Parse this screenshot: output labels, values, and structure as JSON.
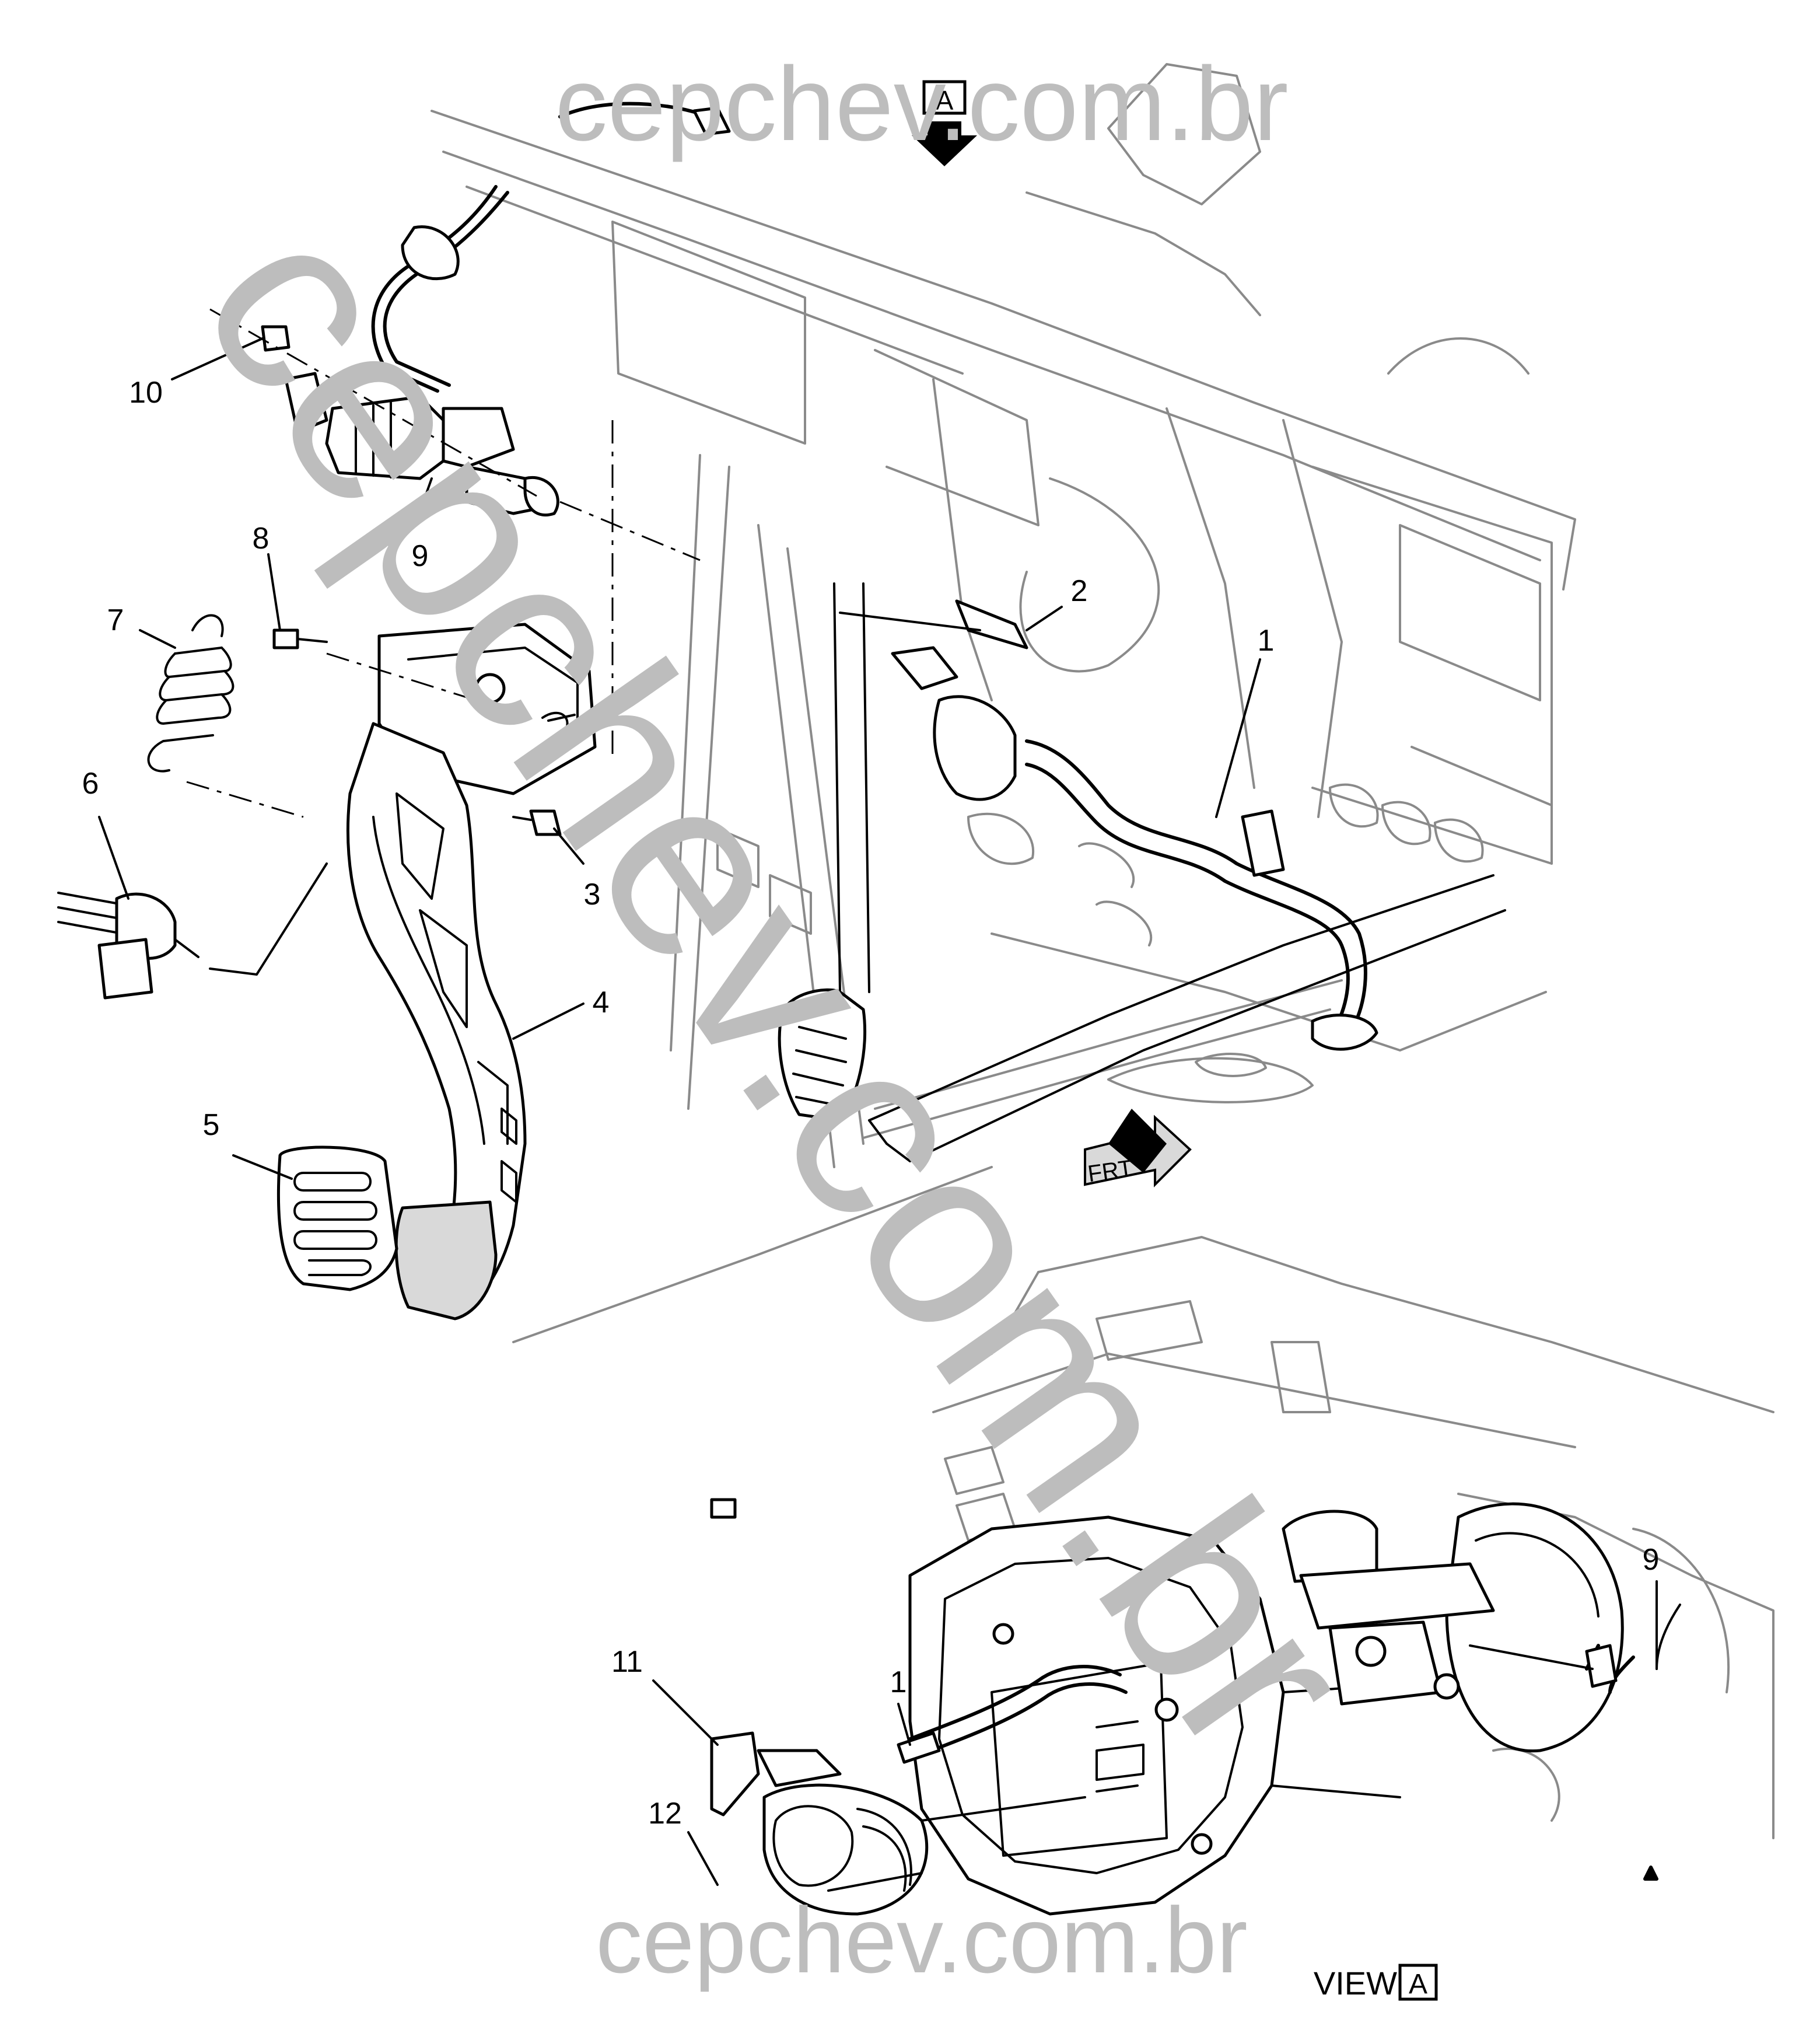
{
  "diagram": {
    "callouts": [
      "1",
      "2",
      "3",
      "4",
      "5",
      "6",
      "7",
      "8",
      "9",
      "10",
      "11",
      "12"
    ],
    "view_marker": "A",
    "view_label": "VIEW",
    "direction_label": "FRT"
  },
  "watermark": {
    "text_top": "cepchev.com.br",
    "text_diagonal": "cepchev.com.br",
    "text_bottom": "cepchev.com.br",
    "color": "#bdbdbd"
  }
}
